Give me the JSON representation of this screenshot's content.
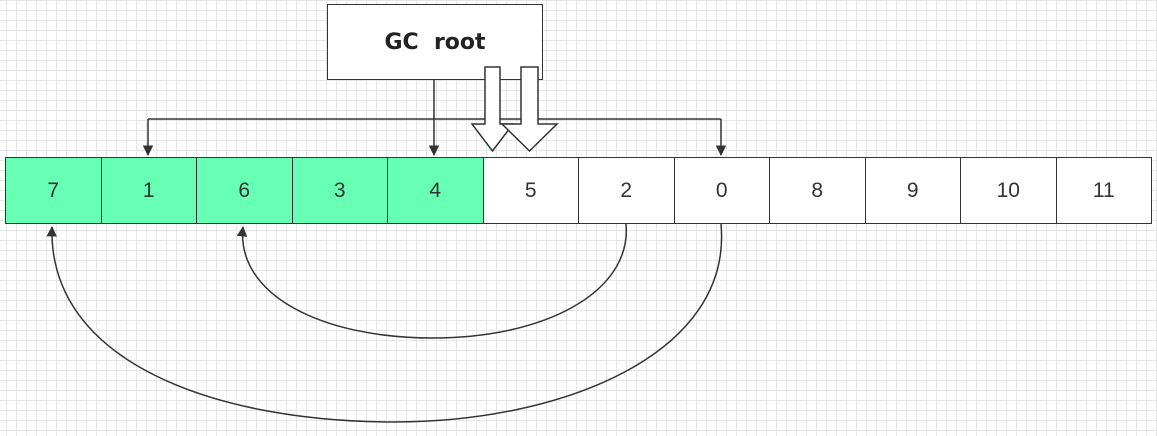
{
  "gc_root": {
    "label": "GC  root"
  },
  "heap": {
    "cells": [
      {
        "label": "7",
        "reachable": true
      },
      {
        "label": "1",
        "reachable": true
      },
      {
        "label": "6",
        "reachable": true
      },
      {
        "label": "3",
        "reachable": true
      },
      {
        "label": "4",
        "reachable": true
      },
      {
        "label": "5",
        "reachable": false
      },
      {
        "label": "2",
        "reachable": false
      },
      {
        "label": "0",
        "reachable": false
      },
      {
        "label": "8",
        "reachable": false
      },
      {
        "label": "9",
        "reachable": false
      },
      {
        "label": "10",
        "reachable": false
      },
      {
        "label": "11",
        "reachable": false
      }
    ]
  },
  "references": [
    {
      "from": "gc_root",
      "to": "1"
    },
    {
      "from": "gc_root",
      "to": "4"
    },
    {
      "from": "gc_root",
      "to": "0"
    },
    {
      "from": "2",
      "to": "6"
    },
    {
      "from": "0",
      "to": "7"
    }
  ],
  "scan_arrows": 2,
  "colors": {
    "reachable_fill": "#66ffb3",
    "unreachable_fill": "#ffffff",
    "stroke": "#333333",
    "grid": "#e6e6e6"
  }
}
